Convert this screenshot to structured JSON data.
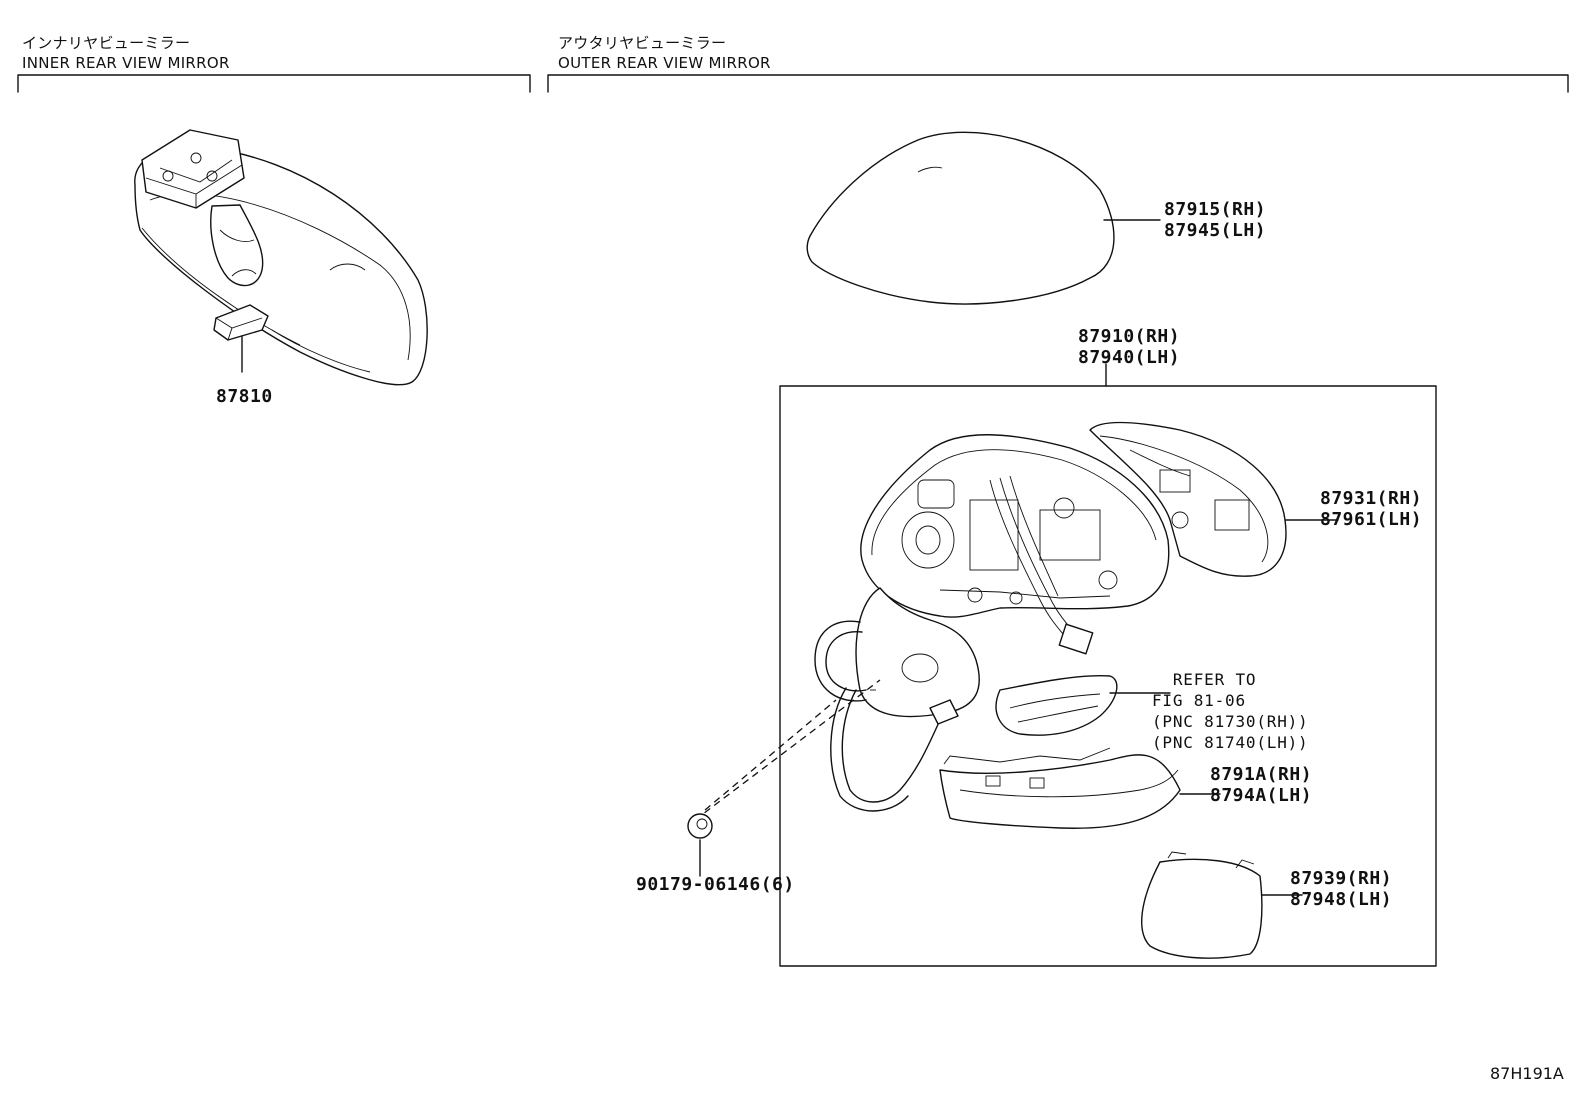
{
  "sections": {
    "inner": {
      "title_ja": "インナリヤビューミラー",
      "title_en": "INNER REAR VIEW MIRROR"
    },
    "outer": {
      "title_ja": "アウタリヤビューミラー",
      "title_en": "OUTER REAR VIEW MIRROR"
    }
  },
  "parts": {
    "p87810": [
      "87810"
    ],
    "p87915": [
      "87915(RH)",
      "87945(LH)"
    ],
    "p87910": [
      "87910(RH)",
      "87940(LH)"
    ],
    "p87931": [
      "87931(RH)",
      "87961(LH)"
    ],
    "p8791A": [
      "8791A(RH)",
      "8794A(LH)"
    ],
    "p87939": [
      "87939(RH)",
      "87948(LH)"
    ],
    "p90179": [
      "90179-06146(6)"
    ]
  },
  "reference": [
    "REFER TO",
    "FIG 81-06",
    "(PNC 81730(RH))",
    "(PNC 81740(LH))"
  ],
  "illustration_code": "87H191A"
}
